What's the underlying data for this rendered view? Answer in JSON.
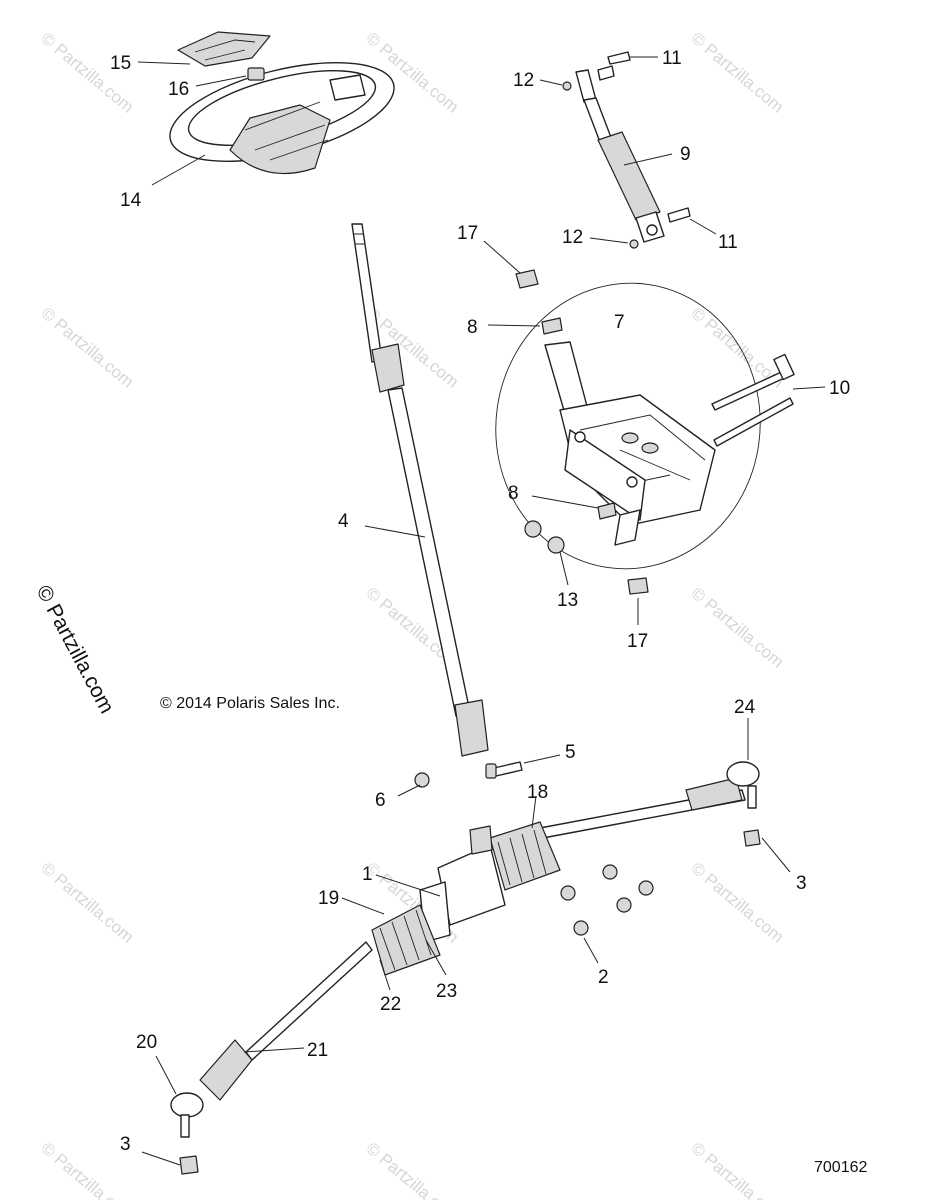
{
  "diagram": {
    "copyright": "© 2014 Polaris Sales Inc.",
    "reference_number": "700162",
    "side_watermark": "© Partzilla.com",
    "watermark_text": "© Partzilla.com",
    "callouts": {
      "c1": "1",
      "c2": "2",
      "c3a": "3",
      "c3b": "3",
      "c4": "4",
      "c5": "5",
      "c6": "6",
      "c7": "7",
      "c8a": "8",
      "c8b": "8",
      "c9": "9",
      "c10": "10",
      "c11a": "11",
      "c11b": "11",
      "c12a": "12",
      "c12b": "12",
      "c13": "13",
      "c14": "14",
      "c15": "15",
      "c16": "16",
      "c17a": "17",
      "c17b": "17",
      "c18": "18",
      "c19": "19",
      "c20": "20",
      "c21": "21",
      "c22": "22",
      "c23": "23",
      "c24": "24"
    }
  }
}
